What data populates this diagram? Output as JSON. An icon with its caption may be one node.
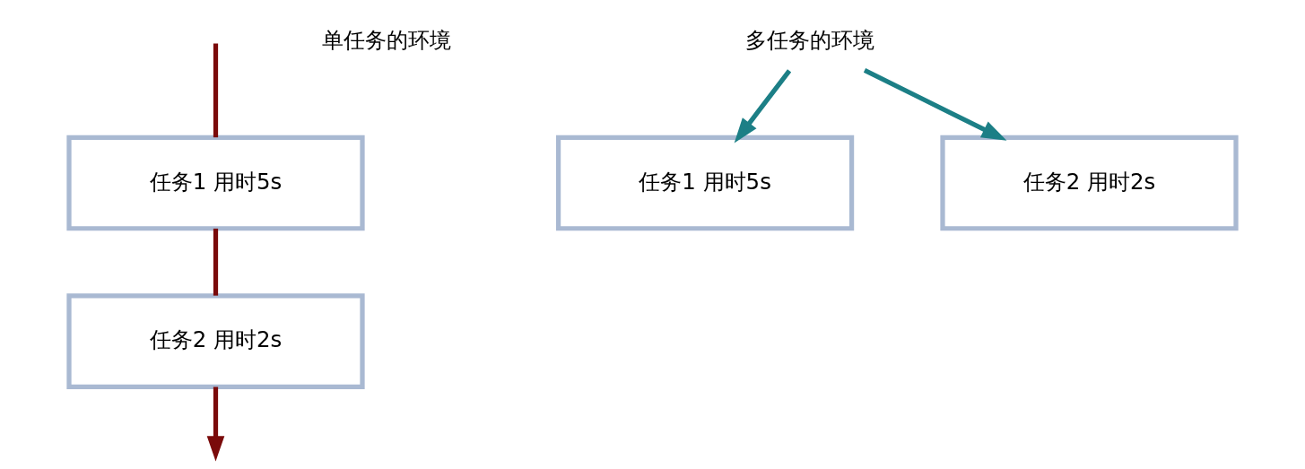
{
  "diagram": {
    "nodes": [
      {
        "text": [
          "任务1 用时5s"
        ]
      },
      {
        "text": [
          "任务2 用时2s"
        ]
      },
      {
        "text": [
          "多任务的环境"
        ]
      },
      {
        "text": [
          "任务1 用时5s"
        ]
      },
      {
        "text": [
          "任务2 用时2s"
        ]
      }
    ],
    "edges": [
      {
        "from": null,
        "to": 0,
        "arrow": "none",
        "color": "#7a0a0a"
      },
      {
        "from": 0,
        "to": 1,
        "arrow": "none",
        "color": "#7a0a0a"
      },
      {
        "from": 1,
        "to": null,
        "arrow": "to",
        "color": "#7a0a0a"
      },
      {
        "from": 2,
        "to": 3,
        "arrow": "to",
        "color": "#1c7f86"
      },
      {
        "from": 2,
        "to": 4,
        "arrow": "to",
        "color": "#1c7f86"
      }
    ],
    "labels": [
      "单任务的环境"
    ]
  }
}
